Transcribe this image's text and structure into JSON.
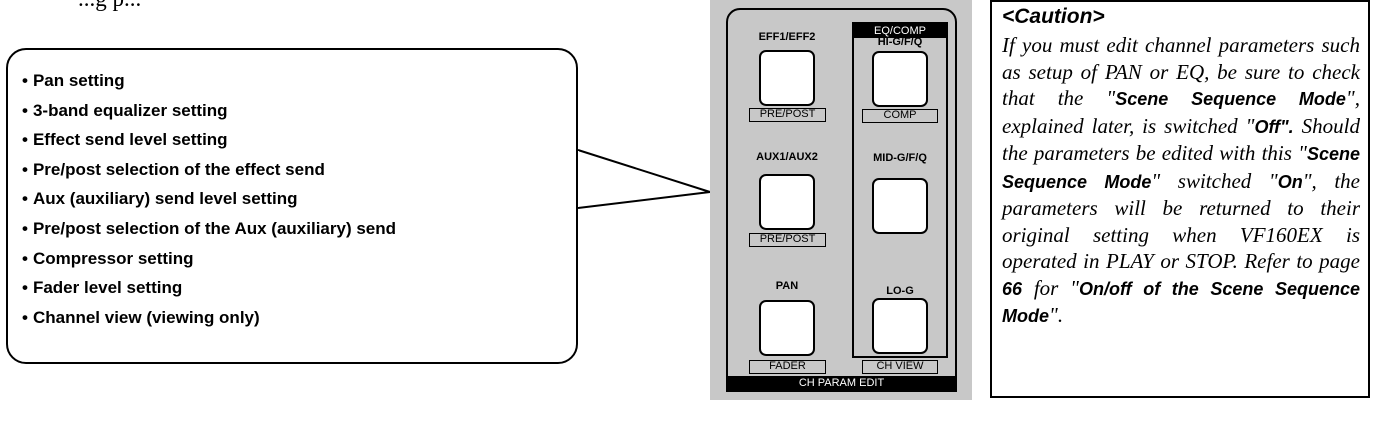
{
  "intro_fragment": "...g p...",
  "features": [
    "Pan setting",
    "3-band equalizer setting",
    "Effect send level setting",
    "Pre/post selection of the effect send",
    "Aux (auxiliary) send level setting",
    "Pre/post selection of the Aux (auxiliary) send",
    "Compressor setting",
    "Fader level setting",
    "Channel view (viewing only)"
  ],
  "panel": {
    "eq_group_label": "EQ/COMP",
    "footer": "CH PARAM EDIT",
    "left_buttons": [
      {
        "label": "EFF1/EFF2",
        "sub": "PRE/POST"
      },
      {
        "label": "AUX1/AUX2",
        "sub": "PRE/POST"
      },
      {
        "label": "PAN",
        "sub": "FADER"
      }
    ],
    "right_buttons": [
      {
        "label": "HI-G/F/Q",
        "sub": "COMP"
      },
      {
        "label": "MID-G/F/Q",
        "sub": ""
      },
      {
        "label": "LO-G",
        "sub": "CH VIEW"
      }
    ]
  },
  "caution": {
    "title": "<Caution>",
    "s1": "If you must edit channel parameters such as setup of PAN or EQ, be sure to check that the \"",
    "b1": "Scene Sequence Mode",
    "s2": "\", explained later, is switched \"",
    "b2": "Off\".",
    "s3": " Should the parameters be edited with this \"",
    "b3": "Scene Sequence Mode",
    "s4": "\" switched \"",
    "b4": "On",
    "s5": "\", the parameters will be returned to their original setting when VF160EX is operated in PLAY or STOP. Refer to page ",
    "b5": "66",
    "s6": " for \"",
    "b6": "On/off of the Scene Sequence Mode",
    "s7": "\"."
  }
}
